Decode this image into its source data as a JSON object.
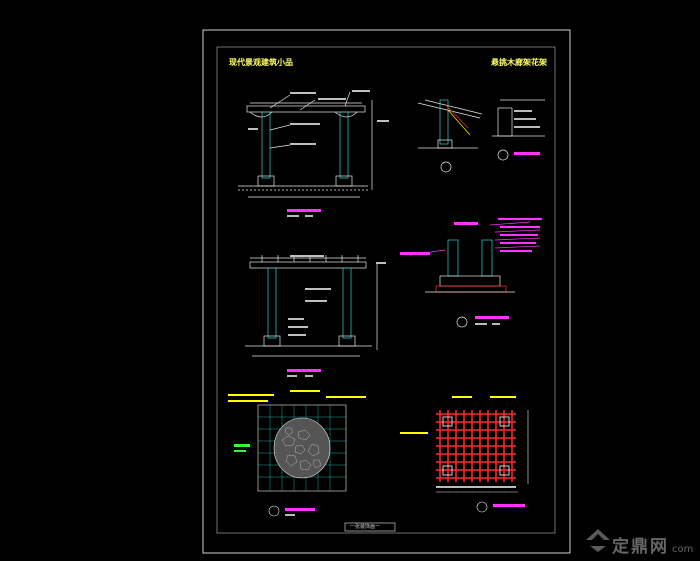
{
  "sheet": {
    "title_left": "现代景观建筑小品",
    "title_right": "悬挑木廊架花架",
    "footer": "一张装饰画一"
  },
  "watermark": {
    "brand": "定鼎网",
    "domain": "com"
  },
  "colors": {
    "background": "#000000",
    "frame": "#cfcfcf",
    "title": "#ffff66",
    "line_white": "#e8e8e8",
    "line_cyan": "#35d0d0",
    "line_red": "#ff2b2b",
    "line_magenta": "#ff33ff",
    "line_green": "#33ff33",
    "line_yellow": "#ffff00"
  }
}
